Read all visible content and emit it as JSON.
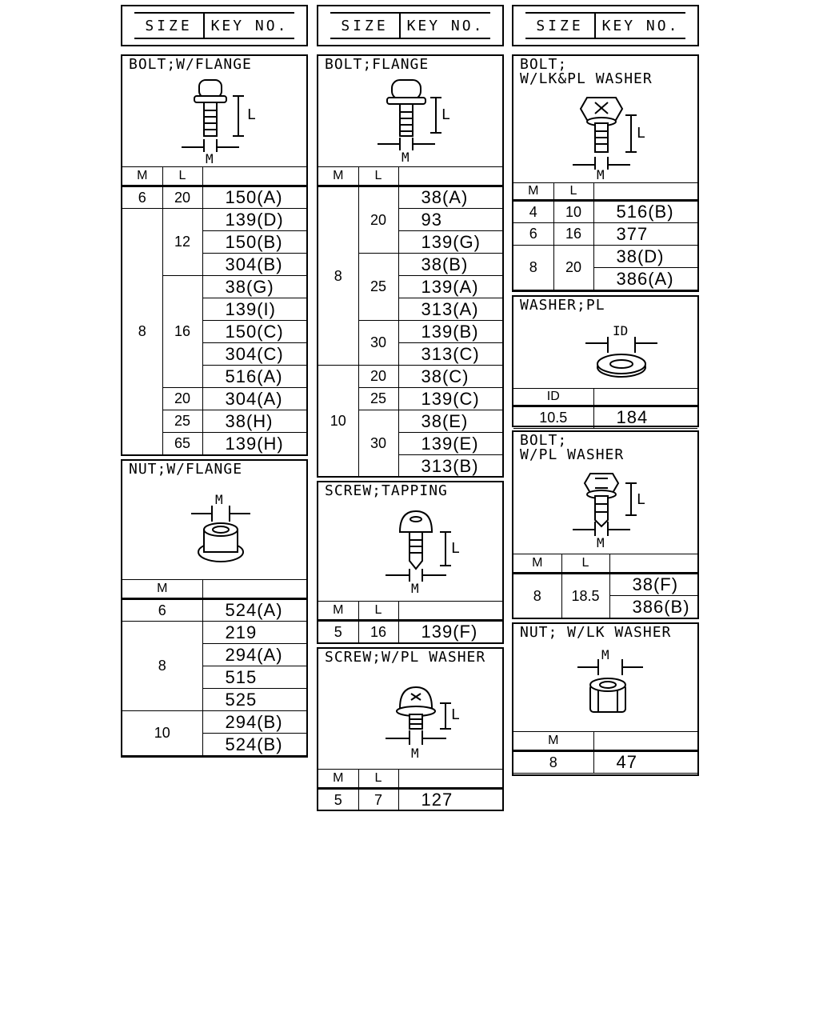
{
  "header": {
    "size_label": "SIZE",
    "key_label": "KEY NO."
  },
  "col_m": "M",
  "col_l": "L",
  "col_id": "ID",
  "panels": {
    "bolt_w_flange": {
      "title": "BOLT;W/FLANGE",
      "rows": [
        {
          "m": "6",
          "l": "20",
          "key": "150(A)"
        },
        {
          "m": "8",
          "l": "12",
          "key": "139(D)"
        },
        {
          "key": "150(B)"
        },
        {
          "key": "304(B)"
        },
        {
          "l": "16",
          "key": "38(G)"
        },
        {
          "key": "139(I)"
        },
        {
          "key": "150(C)"
        },
        {
          "key": "304(C)"
        },
        {
          "key": "516(A)"
        },
        {
          "l": "20",
          "key": "304(A)"
        },
        {
          "l": "25",
          "key": "38(H)"
        },
        {
          "l": "65",
          "key": "139(H)"
        }
      ]
    },
    "nut_w_flange": {
      "title": "NUT;W/FLANGE",
      "rows": [
        {
          "m": "6",
          "key": "524(A)"
        },
        {
          "m": "8",
          "key": "219"
        },
        {
          "key": "294(A)"
        },
        {
          "key": "515"
        },
        {
          "key": "525"
        },
        {
          "m": "10",
          "key": "294(B)"
        },
        {
          "key": "524(B)"
        }
      ]
    },
    "bolt_flange": {
      "title": "BOLT;FLANGE",
      "rows": [
        {
          "m": "8",
          "l": "20",
          "key": "38(A)"
        },
        {
          "key": "93"
        },
        {
          "key": "139(G)"
        },
        {
          "l": "25",
          "key": "38(B)"
        },
        {
          "key": "139(A)"
        },
        {
          "key": "313(A)"
        },
        {
          "l": "30",
          "key": "139(B)"
        },
        {
          "key": "313(C)"
        },
        {
          "m": "10",
          "l": "20",
          "key": "38(C)"
        },
        {
          "l": "25",
          "key": "139(C)"
        },
        {
          "l": "30",
          "key": "38(E)"
        },
        {
          "key": "139(E)"
        },
        {
          "key": "313(B)"
        }
      ]
    },
    "screw_tapping": {
      "title": "SCREW;TAPPING",
      "rows": [
        {
          "m": "5",
          "l": "16",
          "key": "139(F)"
        }
      ]
    },
    "screw_w_pl_washer": {
      "title": "SCREW;W/PL WASHER",
      "rows": [
        {
          "m": "5",
          "l": "7",
          "key": "127"
        }
      ]
    },
    "bolt_w_lk_pl_washer": {
      "title": "BOLT;\nW/LK&PL WASHER",
      "rows": [
        {
          "m": "4",
          "l": "10",
          "key": "516(B)"
        },
        {
          "m": "6",
          "l": "16",
          "key": "377"
        },
        {
          "m": "8",
          "l": "20",
          "key": "38(D)"
        },
        {
          "key": "386(A)"
        }
      ]
    },
    "washer_pl": {
      "title": "WASHER;PL",
      "rows": [
        {
          "id": "10.5",
          "key": "184"
        }
      ]
    },
    "bolt_w_pl_washer": {
      "title": "BOLT;\nW/PL WASHER",
      "rows": [
        {
          "m": "8",
          "l": "18.5",
          "key": "38(F)"
        },
        {
          "key": "386(B)"
        }
      ]
    },
    "nut_w_lk_washer": {
      "title": "NUT; W/LK WASHER",
      "rows": [
        {
          "m": "8",
          "key": "47"
        }
      ]
    }
  }
}
